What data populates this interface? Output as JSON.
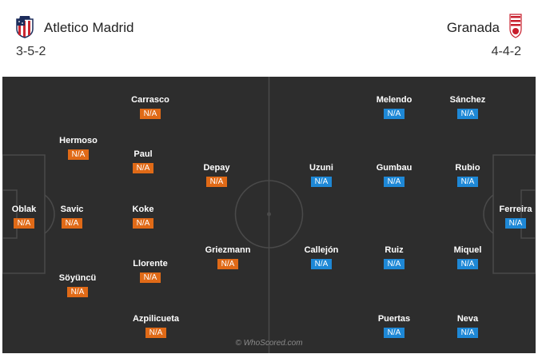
{
  "home": {
    "name": "Atletico Madrid",
    "formation": "3-5-2",
    "crest": "atletico-madrid-crest",
    "color": "#e06a17",
    "players": [
      {
        "name": "Oblak",
        "rating": "N/A"
      },
      {
        "name": "Hermoso",
        "rating": "N/A"
      },
      {
        "name": "Savic",
        "rating": "N/A"
      },
      {
        "name": "Söyüncü",
        "rating": "N/A"
      },
      {
        "name": "Carrasco",
        "rating": "N/A"
      },
      {
        "name": "Paul",
        "rating": "N/A"
      },
      {
        "name": "Koke",
        "rating": "N/A"
      },
      {
        "name": "Llorente",
        "rating": "N/A"
      },
      {
        "name": "Azpilicueta",
        "rating": "N/A"
      },
      {
        "name": "Depay",
        "rating": "N/A"
      },
      {
        "name": "Griezmann",
        "rating": "N/A"
      }
    ]
  },
  "away": {
    "name": "Granada",
    "formation": "4-4-2",
    "crest": "granada-crest",
    "color": "#1e88d6",
    "players": [
      {
        "name": "Ferreira",
        "rating": "N/A"
      },
      {
        "name": "Sánchez",
        "rating": "N/A"
      },
      {
        "name": "Rubio",
        "rating": "N/A"
      },
      {
        "name": "Miquel",
        "rating": "N/A"
      },
      {
        "name": "Neva",
        "rating": "N/A"
      },
      {
        "name": "Melendo",
        "rating": "N/A"
      },
      {
        "name": "Gumbau",
        "rating": "N/A"
      },
      {
        "name": "Ruiz",
        "rating": "N/A"
      },
      {
        "name": "Puertas",
        "rating": "N/A"
      },
      {
        "name": "Uzuni",
        "rating": "N/A"
      },
      {
        "name": "Callejón",
        "rating": "N/A"
      }
    ]
  },
  "watermark": "© WhoScored.com"
}
